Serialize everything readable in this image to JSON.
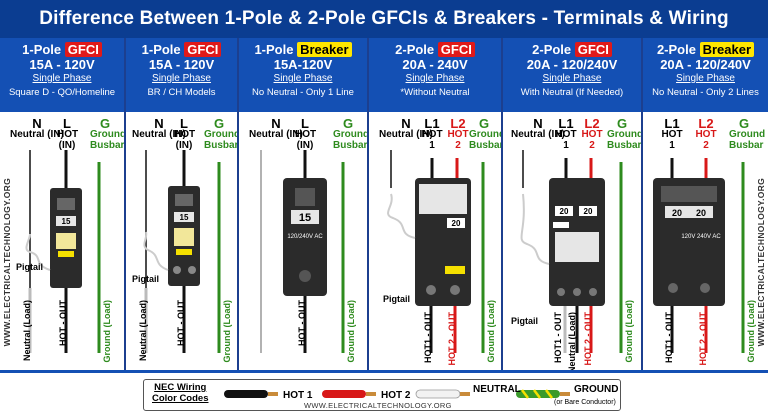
{
  "title": "Difference Between 1-Pole & 2-Pole GFCIs & Breakers - Terminals & Wiring",
  "watermark": "WWW.ELECTRICALTECHNOLOGY.ORG",
  "panels": [
    {
      "title_prefix": "1-Pole",
      "tag": "GFCI",
      "tag_style": "red",
      "rating": "15A - 120V",
      "phase": "Single Phase",
      "note": "Square D - QO/Homeline",
      "rating_label": "15"
    },
    {
      "title_prefix": "1-Pole",
      "tag": "GFCI",
      "tag_style": "red",
      "rating": "15A - 120V",
      "phase": "Single Phase",
      "note": "BR / CH Models",
      "rating_label": "15"
    },
    {
      "title_prefix": "1-Pole",
      "tag": "Breaker",
      "tag_style": "yellow",
      "rating": "15A-120V",
      "phase": "Single Phase",
      "note": "No Neutral - Only 1 Line",
      "rating_label": "15",
      "sub_label": "120/240V AC"
    },
    {
      "title_prefix": "2-Pole",
      "tag": "GFCI",
      "tag_style": "red",
      "rating": "20A - 240V",
      "phase": "Single Phase",
      "note": "*Without Neutral",
      "rating_label": "20"
    },
    {
      "title_prefix": "2-Pole",
      "tag": "GFCI",
      "tag_style": "red",
      "rating": "20A - 120/240V",
      "phase": "Single Phase",
      "note": "With Neutral (If Needed)",
      "rating_label": "20"
    },
    {
      "title_prefix": "2-Pole",
      "tag": "Breaker",
      "tag_style": "yellow",
      "rating": "20A - 120/240V",
      "phase": "Single Phase",
      "note": "No Neutral - Only 2 Lines",
      "rating_label": "20",
      "sub_label": "120V 240V AC"
    }
  ],
  "terminals": {
    "N": "N",
    "L": "L",
    "G": "G",
    "L1": "L1",
    "L2": "L2",
    "neutral_in": "Neutral (IN)",
    "hot_in": "HOT (IN)",
    "hot": "HOT",
    "ground_busbar": "Ground Busbar",
    "hot_1": "1",
    "hot_2": "2"
  },
  "wire_labels": {
    "neutral_load": "Neutral (Load)",
    "hot_out": "HOT - OUT",
    "ground_load": "Ground (Load)",
    "hot1_out": "HOT1 - OUT",
    "hot2_out": "HOT 2 - OUT"
  },
  "pigtail": "Pigtail",
  "legend": {
    "title_line1": "NEC Wiring",
    "title_line2": "Color Codes",
    "hot1": "HOT 1",
    "hot2": "HOT 2",
    "neutral": "NEUTRAL",
    "ground": "GROUND",
    "ground_sub": "(or Bare Conductor)",
    "url": "WWW.ELECTRICALTECHNOLOGY.ORG"
  },
  "colors": {
    "header_blue": "#1450b4",
    "banner_blue": "#0b3d91",
    "hot": "#111111",
    "hot2": "#d81818",
    "neutral": "#f2f2f2",
    "ground": "#2e8b1e"
  }
}
